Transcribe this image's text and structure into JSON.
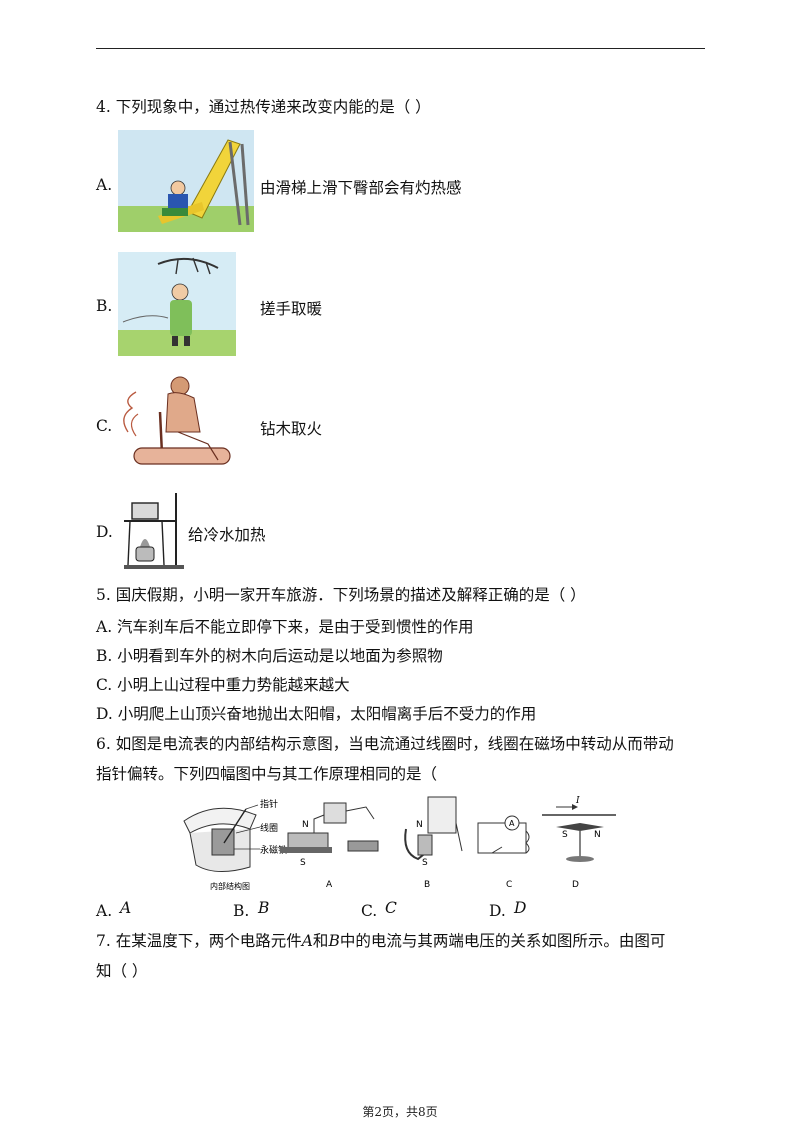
{
  "q4": {
    "stem": "4. 下列现象中，通过热传递来改变内能的是（ ）",
    "options": [
      {
        "letter": "A.",
        "text": "由滑梯上滑下臀部会有灼热感"
      },
      {
        "letter": "B.",
        "text": "搓手取暖"
      },
      {
        "letter": "C.",
        "text": "钻木取火"
      },
      {
        "letter": "D.",
        "text": "给冷水加热"
      }
    ]
  },
  "q5": {
    "stem": "5. 国庆假期，小明一家开车旅游．下列场景的描述及解释正确的是（ ）",
    "options": [
      "A. 汽车刹车后不能立即停下来，是由于受到惯性的作用",
      "B. 小明看到车外的树木向后运动是以地面为参照物",
      "C. 小明上山过程中重力势能越来越大",
      "D. 小明爬上山顶兴奋地抛出太阳帽，太阳帽离手后不受力的作用"
    ]
  },
  "q6": {
    "stem_line1": "6. 如图是电流表的内部结构示意图，当电流通过线圈时，线圈在磁场中转动从而带动",
    "stem_line2": "指针偏转。下列四幅图中与其工作原理相同的是（",
    "figure": {
      "label_pointer": "指针",
      "label_coil": "线圈",
      "label_magnet": "永磁铁",
      "caption_main": "内部结构图",
      "caption_a": "A",
      "caption_b": "B",
      "caption_c": "C",
      "caption_d": "D",
      "n": "N",
      "s": "S",
      "i": "I",
      "ammeter": "A"
    },
    "options": [
      {
        "letter": "A.",
        "value": "A"
      },
      {
        "letter": "B.",
        "value": "B"
      },
      {
        "letter": "C.",
        "value": "C"
      },
      {
        "letter": "D.",
        "value": "D"
      }
    ]
  },
  "q7": {
    "line1_a": "7. 在某温度下，两个电路元件",
    "var_a": "A",
    "line1_b": "和",
    "var_b": "B",
    "line1_c": "中的电流与其两端电压的关系如图所示。由图可",
    "line2": "知（ ）"
  },
  "footer": "第2页，共8页"
}
